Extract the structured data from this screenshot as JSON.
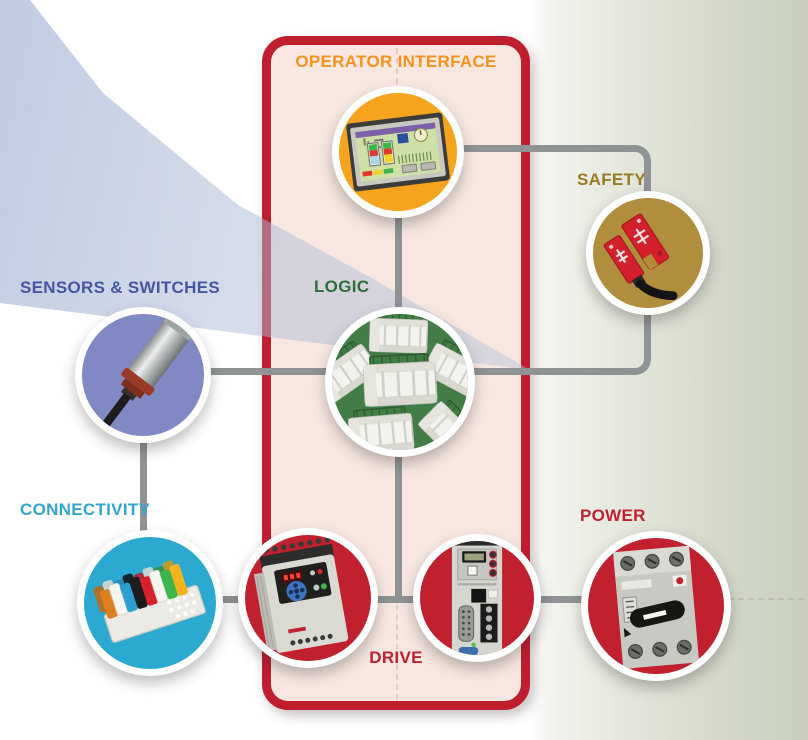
{
  "page": {
    "background_right_color": "#c9cfbc",
    "beam_color": "rgba(170,185,215,0.5)"
  },
  "frame": {
    "border_color": "#be1e2d",
    "fill_color": "#f8e7e1"
  },
  "connector_color": "#909394",
  "nodes": {
    "operator_interface": {
      "label": "OPERATOR INTERFACE",
      "label_color": "#f6921e",
      "circle_color": "#f6a41f",
      "product_icon": "hmi-touchscreen"
    },
    "safety": {
      "label": "SAFETY",
      "label_color": "#9a7a23",
      "circle_color": "#b18e3e",
      "product_icon": "safety-interlock-switch"
    },
    "sensors_switches": {
      "label": "SENSORS & SWITCHES",
      "label_color": "#4756a3",
      "circle_color": "#8189c5",
      "product_icon": "proximity-sensor"
    },
    "logic": {
      "label": "LOGIC",
      "label_color": "#2b7038",
      "circle_color": "#427d47",
      "product_icon": "plc-controller"
    },
    "connectivity": {
      "label": "CONNECTIVITY",
      "label_color": "#33a5d1",
      "circle_color": "#2ba9d0",
      "product_icon": "terminal-blocks"
    },
    "drive": {
      "label": "DRIVE",
      "label_color": "#c02130",
      "circle_color": "#c1202f",
      "product_icon": "ac-drive"
    },
    "servo_drive": {
      "circle_color": "#c1202f",
      "product_icon": "servo-drive"
    },
    "power": {
      "label": "POWER",
      "label_color": "#c02130",
      "circle_color": "#c1202f",
      "product_icon": "motor-protection-breaker"
    }
  }
}
